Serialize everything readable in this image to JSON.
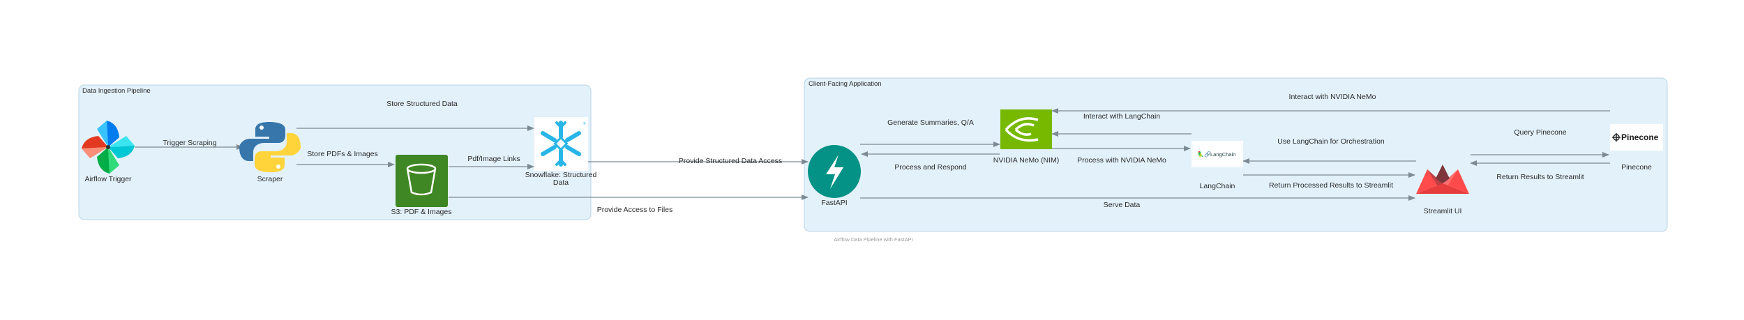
{
  "clusters": {
    "ingestion": "Data Ingestion Pipeline",
    "client": "Client-Facing Application"
  },
  "nodes": {
    "airflow": "Airflow Trigger",
    "scraper": "Scraper",
    "s3": "S3: PDF & Images",
    "snowflake_line1": "Snowflake: Structured",
    "snowflake_line2": "Data",
    "fastapi": "FastAPI",
    "nemo": "NVIDIA NeMo (NIM)",
    "langchain": "LangChain",
    "streamlit": "Streamlit UI",
    "pinecone": "Pinecone"
  },
  "logos": {
    "langchain_text": "LangChain",
    "pinecone_text": "Pinecone"
  },
  "edges": {
    "trigger_scraping": "Trigger Scraping",
    "store_structured": "Store Structured Data",
    "store_pdfs": "Store PDFs & Images",
    "pdf_links": "Pdf/Image Links",
    "provide_structured": "Provide Structured Data Access",
    "provide_files": "Provide Access to Files",
    "generate_summaries": "Generate Summaries, Q/A",
    "process_respond": "Process and Respond",
    "interact_langchain": "Interact with LangChain",
    "process_nemo": "Process with NVIDIA NeMo",
    "interact_nemo": "Interact with NVIDIA NeMo",
    "use_langchain": "Use LangChain for Orchestration",
    "return_processed": "Return Processed Results to Streamlit",
    "serve_data": "Serve Data",
    "query_pinecone": "Query Pinecone",
    "return_results": "Return Results to Streamlit"
  },
  "caption": "Airflow Data Pipeline with FastAPI",
  "colors": {
    "cluster_fill": "#e3f1fa",
    "cluster_border": "#b9d3e4",
    "edge": "#7d8a93",
    "fastapi": "#059286",
    "s3": "#3f8624",
    "nemo": "#76b900",
    "snowflake": "#29b5e8",
    "streamlit": "#ff4b4b"
  }
}
